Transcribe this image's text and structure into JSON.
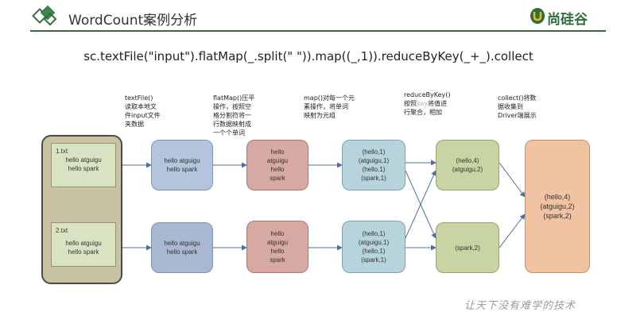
{
  "header": {
    "title": "WordCount案例分析",
    "brand_name": "尚硅谷"
  },
  "code_line": "sc.textFile(\"input\").flatMap(_.split(\" \")).map((_,1)).reduceByKey(_+_).collect",
  "descriptions": {
    "textfile": {
      "api": "textFile()",
      "text": "读取本地文\n件input文件\n夹数据"
    },
    "flatmap": {
      "api": "flatMap()压平\n操作，按照空\n格分割符将一\n行数据映射成\n一个个单词",
      "text": ""
    },
    "map": {
      "api": "map()对每一个元\n素操作，将单词\n映射为元组",
      "text": ""
    },
    "reduce_prefix": "reduceByKey()\n按照",
    "reduce_key": "key",
    "reduce_rest": "将值进\n行聚合，相加",
    "collect": "collect()将数\n据收集到\nDriver端展示"
  },
  "files": [
    {
      "name": "1.txt",
      "content": "hello atguigu\nhello spark"
    },
    {
      "name": "2.txt",
      "content": "hello atguigu\nhello spark"
    }
  ],
  "stage_textfile": [
    "hello atguigu\nhello spark",
    "hello atguigu\nhello spark"
  ],
  "stage_flatmap": [
    "hello\natguigu\nhello\nspark",
    "hello\natguigu\nhello\nspark"
  ],
  "stage_map": [
    "(hello,1)\n(atguigu,1)\n(hello,1)\n(spark,1)",
    "(hello,1)\n(atguigu,1)\n(hello,1)\n(spark,1)"
  ],
  "stage_reduce": [
    "(hello,4)\n(atguigu,2)",
    "(spark,2)"
  ],
  "stage_collect": "(hello,4)\n(atguigu,2)\n(spark,2)",
  "watermark": "让天下没有难学的技术",
  "colors": {
    "brand": "#2f6f3a",
    "textfile_box": "#b3c5dc",
    "flatmap_box": "#d7a9a3",
    "map_box": "#b7d3dc",
    "reduce_box": "#c9d4a4",
    "collect_box": "#f2c3a2",
    "arrow": "#4f6fa0"
  }
}
